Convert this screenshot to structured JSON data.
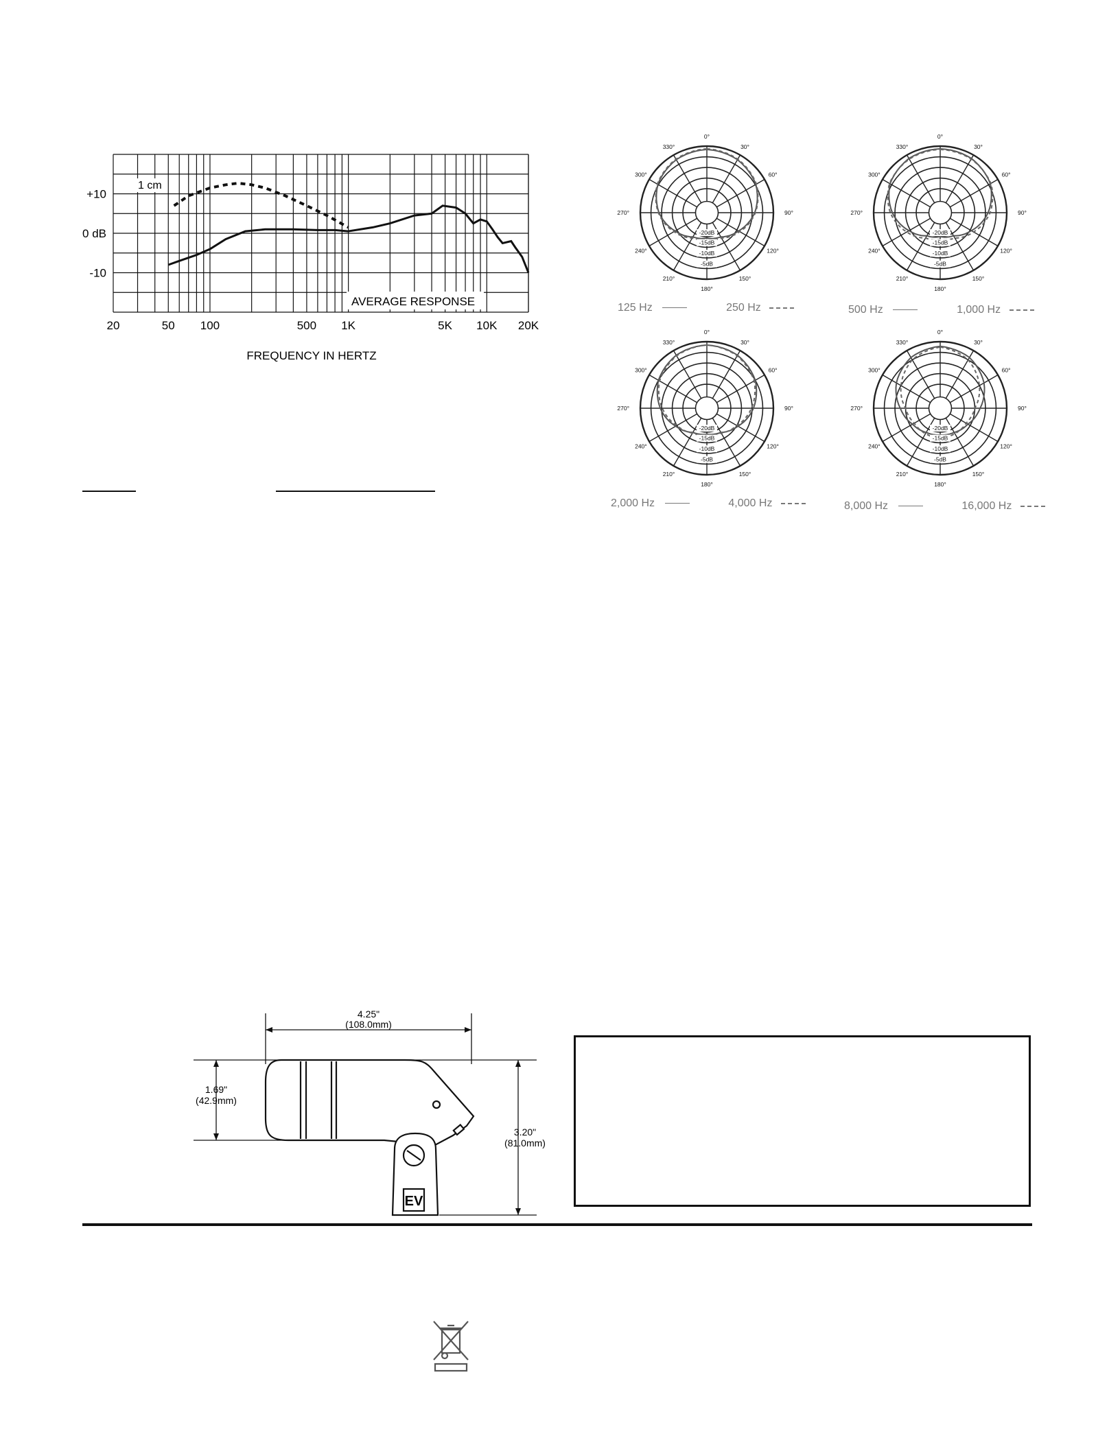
{
  "chart_data": [
    {
      "type": "line",
      "xscale": "log",
      "xlim": [
        20,
        20000
      ],
      "ylim": [
        -20,
        20
      ],
      "x_ticks": [
        20,
        50,
        100,
        500,
        1000,
        5000,
        10000,
        20000
      ],
      "x_tick_labels": [
        "20",
        "50",
        "100",
        "500",
        "1K",
        "5K",
        "10K",
        "20K"
      ],
      "y_ticks": [
        10,
        0,
        -10
      ],
      "y_tick_labels": [
        "+10",
        "0 dB",
        "-10"
      ],
      "xlabel": "FREQUENCY IN HERTZ",
      "ylabel": "",
      "grid": true,
      "annotation": "AVERAGE RESPONSE",
      "series": [
        {
          "name": "",
          "style": "solid",
          "points": [
            [
              50,
              -8
            ],
            [
              60,
              -7
            ],
            [
              80,
              -5.5
            ],
            [
              100,
              -4
            ],
            [
              130,
              -1.5
            ],
            [
              180,
              0.5
            ],
            [
              250,
              1
            ],
            [
              400,
              1
            ],
            [
              600,
              0.8
            ],
            [
              800,
              0.8
            ],
            [
              1000,
              0.5
            ],
            [
              1500,
              1.5
            ],
            [
              2000,
              2.5
            ],
            [
              3000,
              4.5
            ],
            [
              4000,
              5
            ],
            [
              4800,
              7
            ],
            [
              6000,
              6.5
            ],
            [
              7000,
              5
            ],
            [
              8000,
              2.5
            ],
            [
              9000,
              3.5
            ],
            [
              10000,
              3
            ],
            [
              11000,
              1
            ],
            [
              12000,
              -1
            ],
            [
              13000,
              -2.5
            ],
            [
              15000,
              -2
            ],
            [
              16000,
              -3.5
            ],
            [
              18000,
              -6
            ],
            [
              20000,
              -10
            ]
          ]
        },
        {
          "name": "1 cm",
          "style": "dashed",
          "points": [
            [
              55,
              7
            ],
            [
              70,
              9.5
            ],
            [
              100,
              11.5
            ],
            [
              130,
              12.3
            ],
            [
              160,
              12.7
            ],
            [
              200,
              12.3
            ],
            [
              250,
              11.5
            ],
            [
              350,
              9.5
            ],
            [
              500,
              7
            ],
            [
              700,
              4.5
            ],
            [
              1000,
              1.5
            ]
          ]
        }
      ]
    },
    {
      "type": "polar",
      "angle_labels": [
        "0°",
        "30°",
        "60°",
        "90°",
        "120°",
        "150°",
        "180°",
        "210°",
        "240°",
        "270°",
        "300°",
        "330°"
      ],
      "ring_labels": [
        "-20dB",
        "-15dB",
        "-10dB",
        "-5dB"
      ],
      "series": [
        {
          "name": "125 Hz",
          "style": "solid"
        },
        {
          "name": "250 Hz",
          "style": "dashed"
        }
      ]
    },
    {
      "type": "polar",
      "angle_labels": [
        "0°",
        "30°",
        "60°",
        "90°",
        "120°",
        "150°",
        "180°",
        "210°",
        "240°",
        "270°",
        "300°",
        "330°"
      ],
      "ring_labels": [
        "-20dB",
        "-15dB",
        "-10dB",
        "-5dB"
      ],
      "series": [
        {
          "name": "500 Hz",
          "style": "solid"
        },
        {
          "name": "1,000 Hz",
          "style": "dashed"
        }
      ]
    },
    {
      "type": "polar",
      "angle_labels": [
        "0°",
        "30°",
        "60°",
        "90°",
        "120°",
        "150°",
        "180°",
        "210°",
        "240°",
        "270°",
        "300°",
        "330°"
      ],
      "ring_labels": [
        "-20dB",
        "-15dB",
        "-10dB",
        "-5dB"
      ],
      "series": [
        {
          "name": "2,000 Hz",
          "style": "solid"
        },
        {
          "name": "4,000 Hz",
          "style": "dashed"
        }
      ]
    },
    {
      "type": "polar",
      "angle_labels": [
        "0°",
        "30°",
        "60°",
        "90°",
        "120°",
        "150°",
        "180°",
        "210°",
        "240°",
        "270°",
        "300°",
        "330°"
      ],
      "ring_labels": [
        "-20dB",
        "-15dB",
        "-10dB",
        "-5dB"
      ],
      "series": [
        {
          "name": "8,000 Hz",
          "style": "solid"
        },
        {
          "name": "16,000 Hz",
          "style": "dashed"
        }
      ]
    }
  ],
  "dimensions": {
    "length": "4.25\"",
    "length_mm": "(108.0mm)",
    "head_height": "1.69\"",
    "head_height_mm": "(42.9mm)",
    "total_height": "3.20\"",
    "total_height_mm": "(81.0mm)"
  },
  "colors": {
    "ink": "#111111",
    "grey": "#777777",
    "polar_line": "#333333"
  }
}
